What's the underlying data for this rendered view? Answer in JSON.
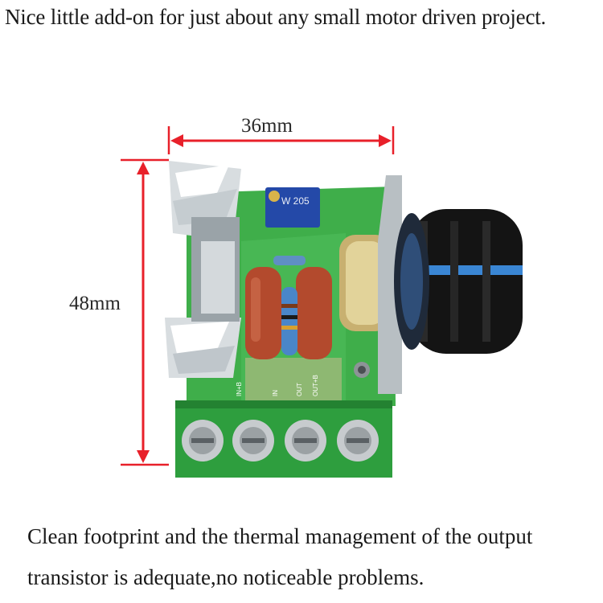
{
  "captions": {
    "top": "Nice little add-on for just about any small motor driven project.",
    "bottom_line1": "Clean footprint and the thermal management of the output",
    "bottom_line2": "transistor is adequate,no noticeable problems."
  },
  "dimensions": {
    "width_label": "36mm",
    "height_label": "48mm"
  },
  "product_markings": {
    "trimmer_label": "W 205",
    "terminal_labels": [
      "IN+B",
      "IN",
      "OUT",
      "OUT+B"
    ]
  },
  "colors": {
    "dimension_arrow": "#e8202a",
    "pcb_green": "#3fae4a",
    "terminal_green": "#2e9e3e",
    "knob_black": "#141414",
    "knob_accent": "#3a86d4"
  }
}
